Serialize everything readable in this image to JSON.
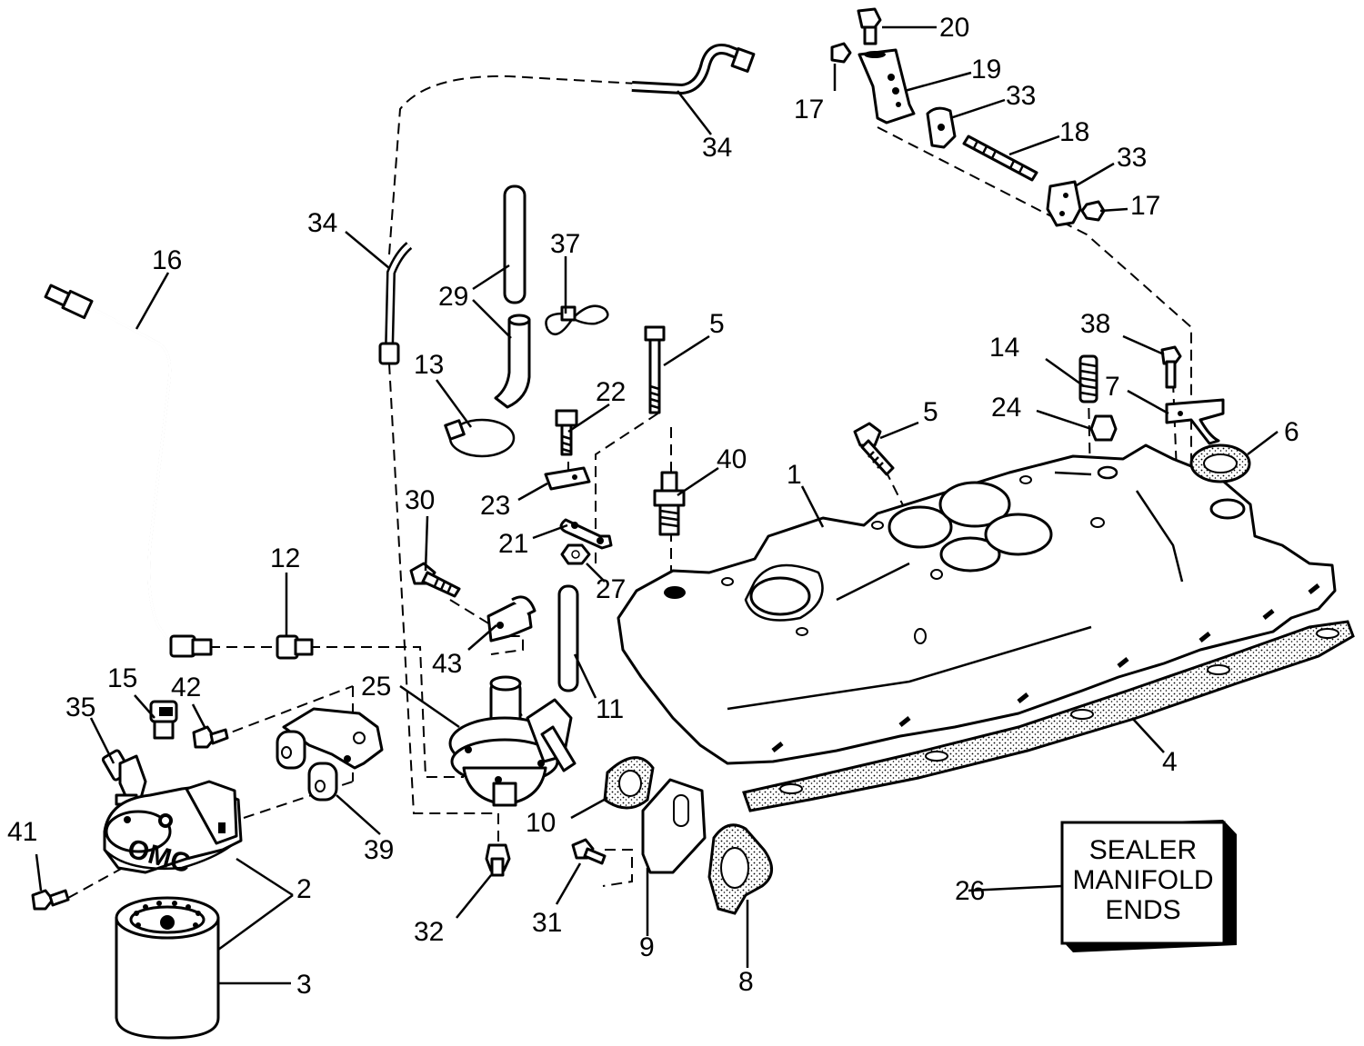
{
  "callouts": [
    {
      "id": "c1",
      "text": "1"
    },
    {
      "id": "c2",
      "text": "2"
    },
    {
      "id": "c3",
      "text": "3"
    },
    {
      "id": "c4",
      "text": "4"
    },
    {
      "id": "c5a",
      "text": "5"
    },
    {
      "id": "c5b",
      "text": "5"
    },
    {
      "id": "c6",
      "text": "6"
    },
    {
      "id": "c7",
      "text": "7"
    },
    {
      "id": "c8",
      "text": "8"
    },
    {
      "id": "c9",
      "text": "9"
    },
    {
      "id": "c10",
      "text": "10"
    },
    {
      "id": "c11",
      "text": "11"
    },
    {
      "id": "c12",
      "text": "12"
    },
    {
      "id": "c13",
      "text": "13"
    },
    {
      "id": "c14",
      "text": "14"
    },
    {
      "id": "c15",
      "text": "15"
    },
    {
      "id": "c16",
      "text": "16"
    },
    {
      "id": "c17a",
      "text": "17"
    },
    {
      "id": "c17b",
      "text": "17"
    },
    {
      "id": "c18",
      "text": "18"
    },
    {
      "id": "c19",
      "text": "19"
    },
    {
      "id": "c20",
      "text": "20"
    },
    {
      "id": "c21",
      "text": "21"
    },
    {
      "id": "c22",
      "text": "22"
    },
    {
      "id": "c23",
      "text": "23"
    },
    {
      "id": "c24",
      "text": "24"
    },
    {
      "id": "c25",
      "text": "25"
    },
    {
      "id": "c26",
      "text": "26"
    },
    {
      "id": "c27",
      "text": "27"
    },
    {
      "id": "c29",
      "text": "29"
    },
    {
      "id": "c30",
      "text": "30"
    },
    {
      "id": "c31",
      "text": "31"
    },
    {
      "id": "c32",
      "text": "32"
    },
    {
      "id": "c33a",
      "text": "33"
    },
    {
      "id": "c33b",
      "text": "33"
    },
    {
      "id": "c34a",
      "text": "34"
    },
    {
      "id": "c34b",
      "text": "34"
    },
    {
      "id": "c35",
      "text": "35"
    },
    {
      "id": "c37",
      "text": "37"
    },
    {
      "id": "c38",
      "text": "38"
    },
    {
      "id": "c39",
      "text": "39"
    },
    {
      "id": "c40",
      "text": "40"
    },
    {
      "id": "c41",
      "text": "41"
    },
    {
      "id": "c42",
      "text": "42"
    },
    {
      "id": "c43",
      "text": "43"
    }
  ],
  "sealer_box": {
    "lines": [
      "SEALER",
      "MANIFOLD",
      "ENDS"
    ]
  },
  "filter_head_marking": "OMC"
}
